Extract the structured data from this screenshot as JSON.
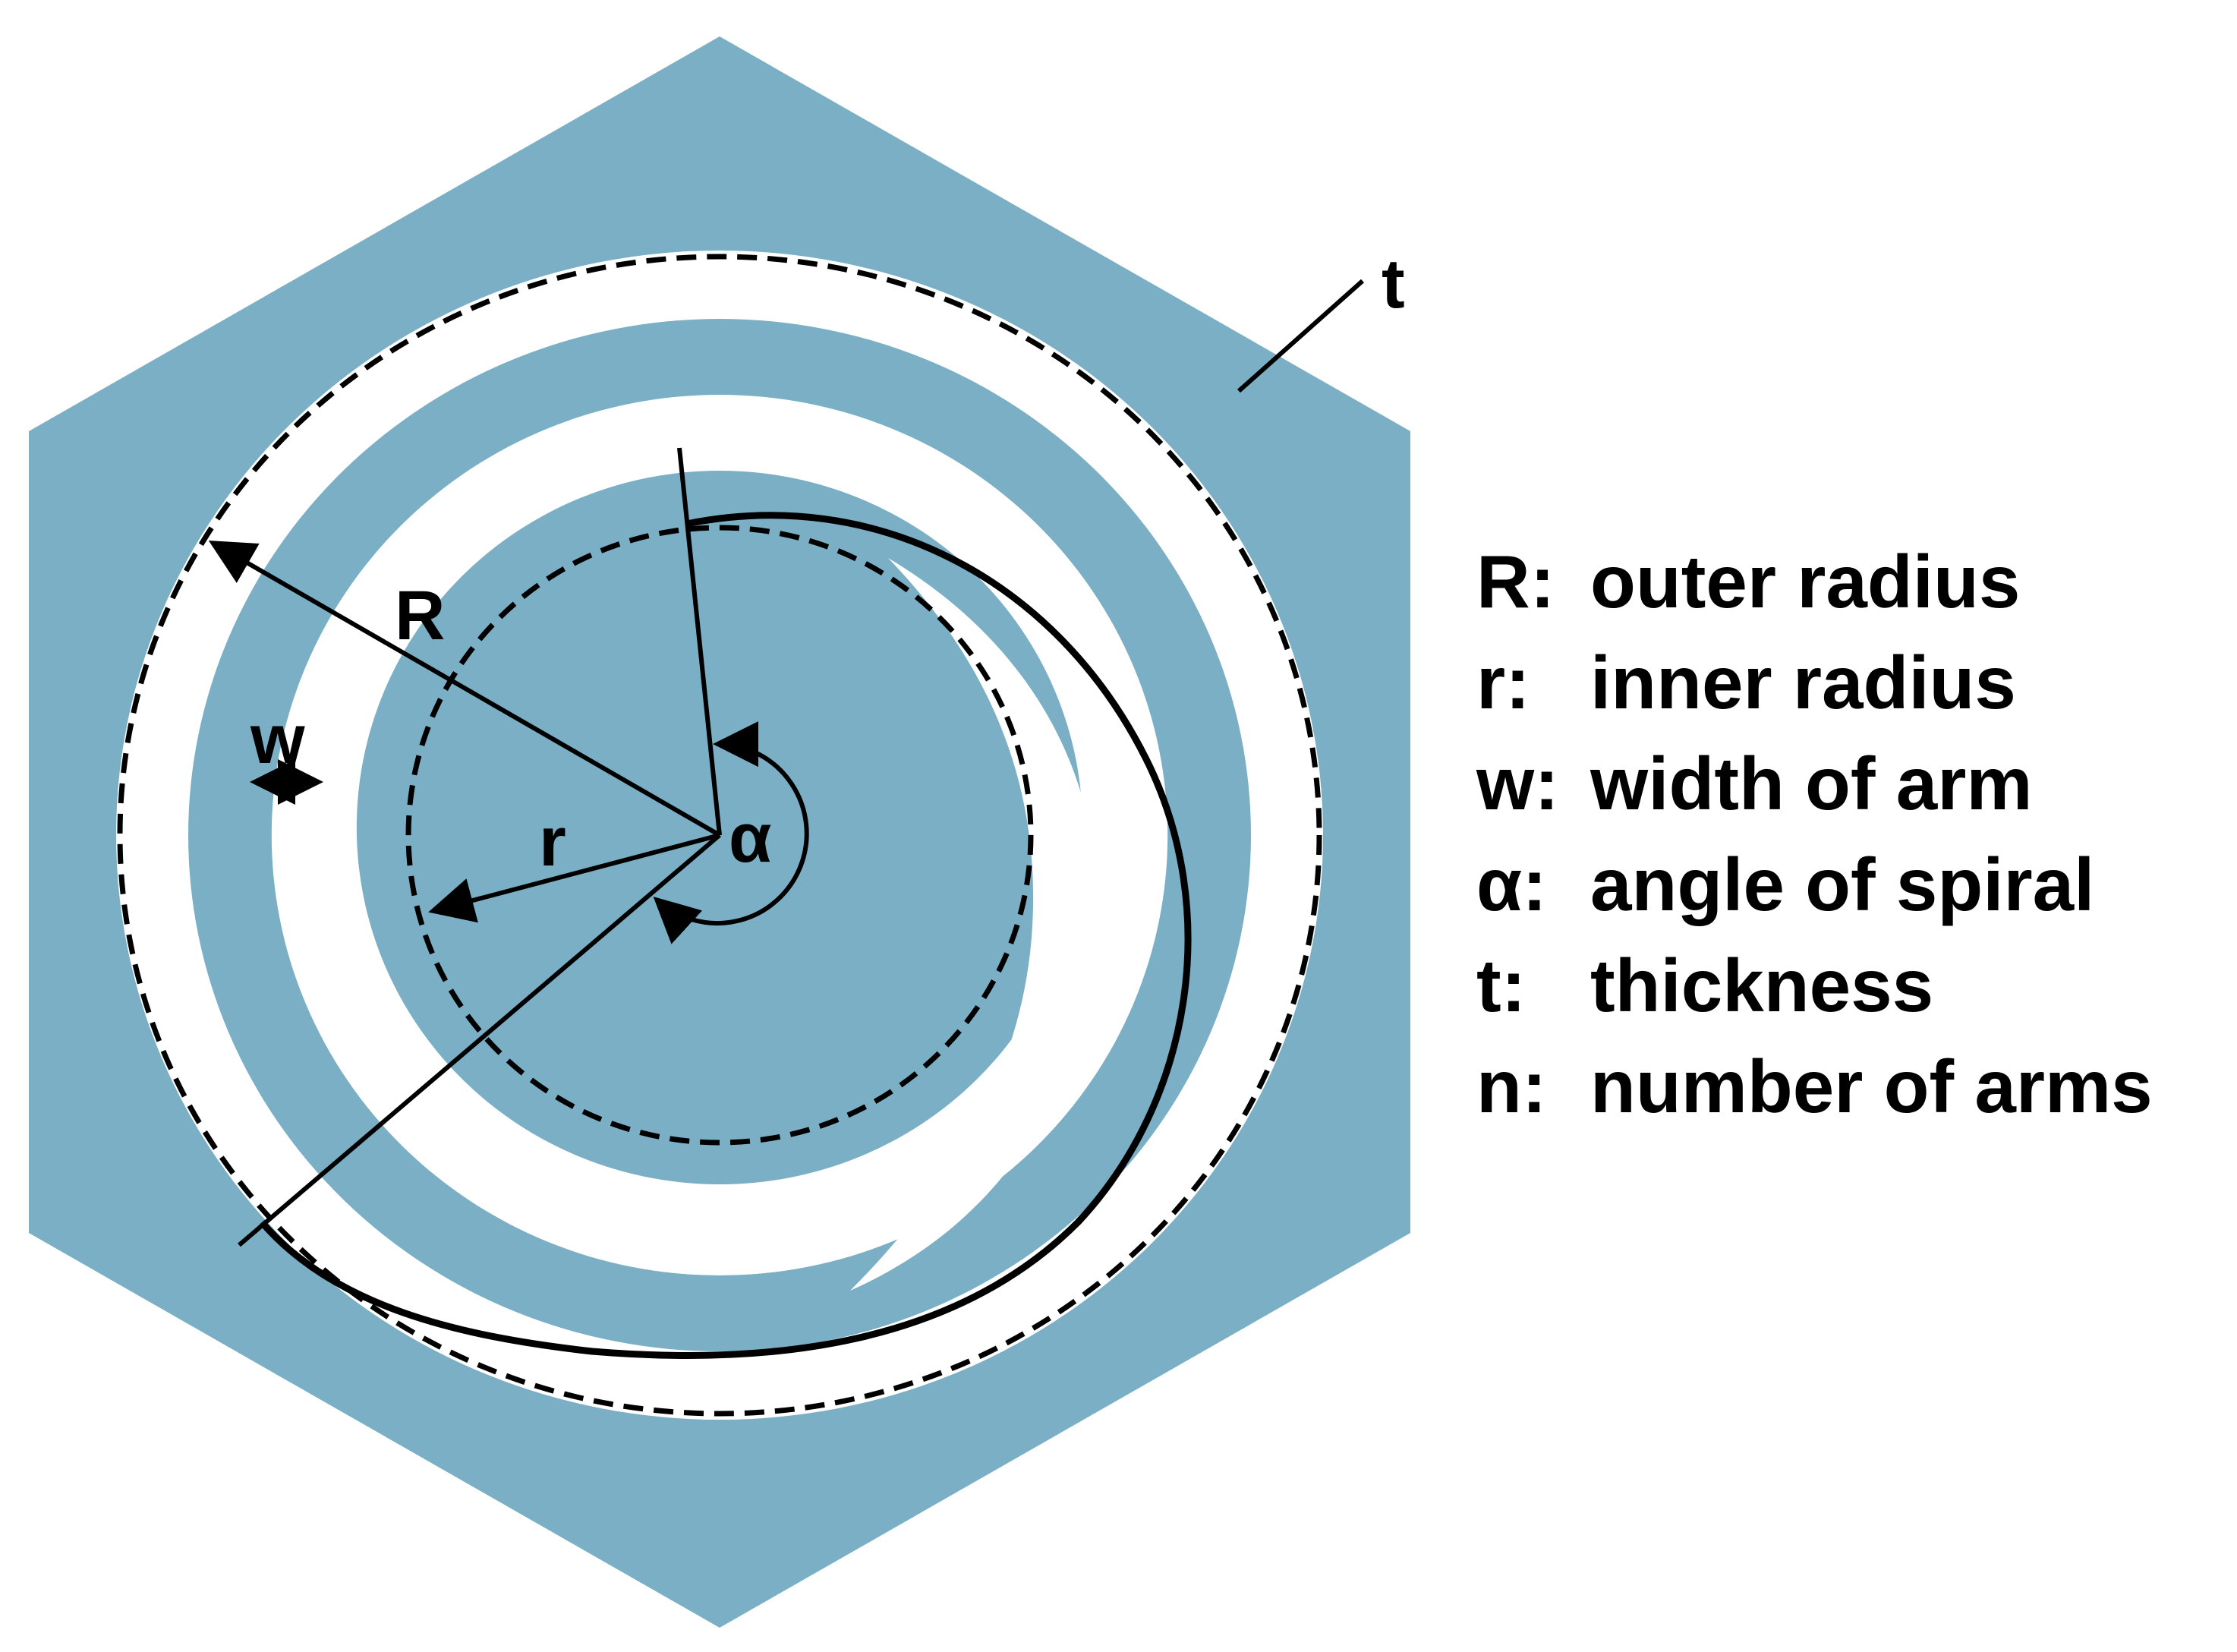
{
  "labels": {
    "outer_radius": "R",
    "inner_radius": "r",
    "arm_width": "w",
    "spiral_angle": "α",
    "thickness": "t"
  },
  "legend": [
    {
      "symbol": "R:",
      "text": "outer radius"
    },
    {
      "symbol": "r:",
      "text": "inner radius"
    },
    {
      "symbol": "w:",
      "text": "width of arm"
    },
    {
      "symbol": "α:",
      "text": "angle of spiral"
    },
    {
      "symbol": "t:",
      "text": "thickness"
    },
    {
      "symbol": "n:",
      "text": "number of arms"
    }
  ],
  "colors": {
    "material": "#7aafc6",
    "cutout": "#ffffff",
    "lines": "#000000"
  }
}
